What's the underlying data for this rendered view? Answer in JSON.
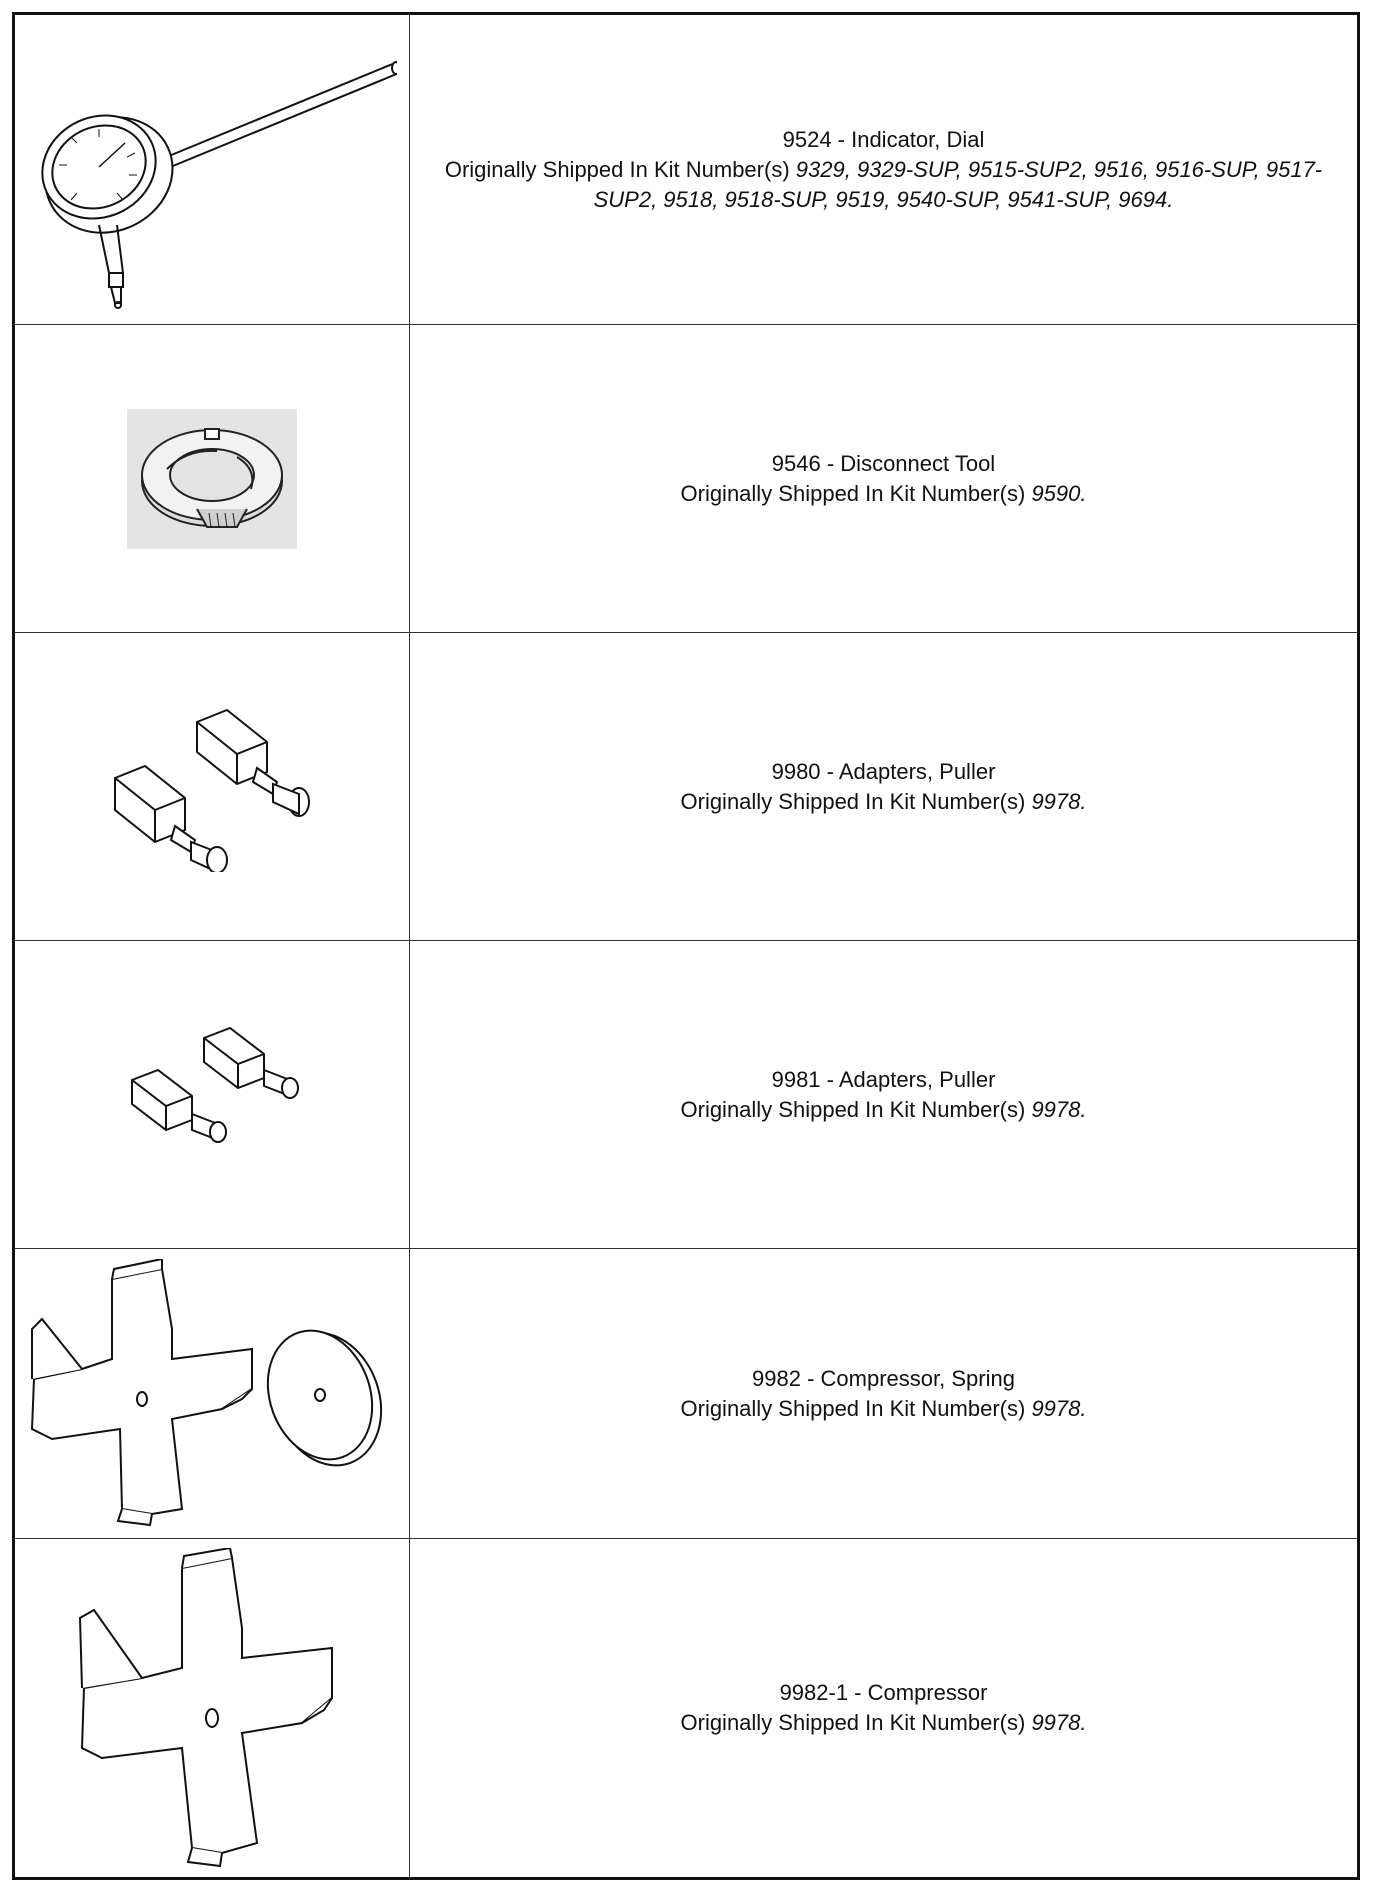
{
  "items": [
    {
      "title": "9524 - Indicator, Dial",
      "shipped_label": "Originally Shipped In Kit Number(s)",
      "kits": "9329, 9329-SUP, 9515-SUP2, 9516, 9516-SUP, 9517-SUP2, 9518, 9518-SUP, 9519, 9540-SUP, 9541-SUP, 9694.",
      "icon": "dial-indicator-icon"
    },
    {
      "title": "9546 - Disconnect Tool",
      "shipped_label": "Originally Shipped In Kit Number(s)",
      "kits": "9590.",
      "icon": "disconnect-tool-icon"
    },
    {
      "title": "9980 - Adapters, Puller",
      "shipped_label": "Originally Shipped In Kit Number(s)",
      "kits": "9978.",
      "icon": "puller-adapters-icon"
    },
    {
      "title": "9981 - Adapters, Puller",
      "shipped_label": "Originally Shipped In Kit Number(s)",
      "kits": "9978.",
      "icon": "puller-adapters-small-icon"
    },
    {
      "title": "9982 - Compressor, Spring",
      "shipped_label": "Originally Shipped In Kit Number(s)",
      "kits": "9978.",
      "icon": "spring-compressor-icon"
    },
    {
      "title": "9982-1 - Compressor",
      "shipped_label": "Originally Shipped In Kit Number(s)",
      "kits": "9978.",
      "icon": "compressor-plate-icon"
    }
  ]
}
